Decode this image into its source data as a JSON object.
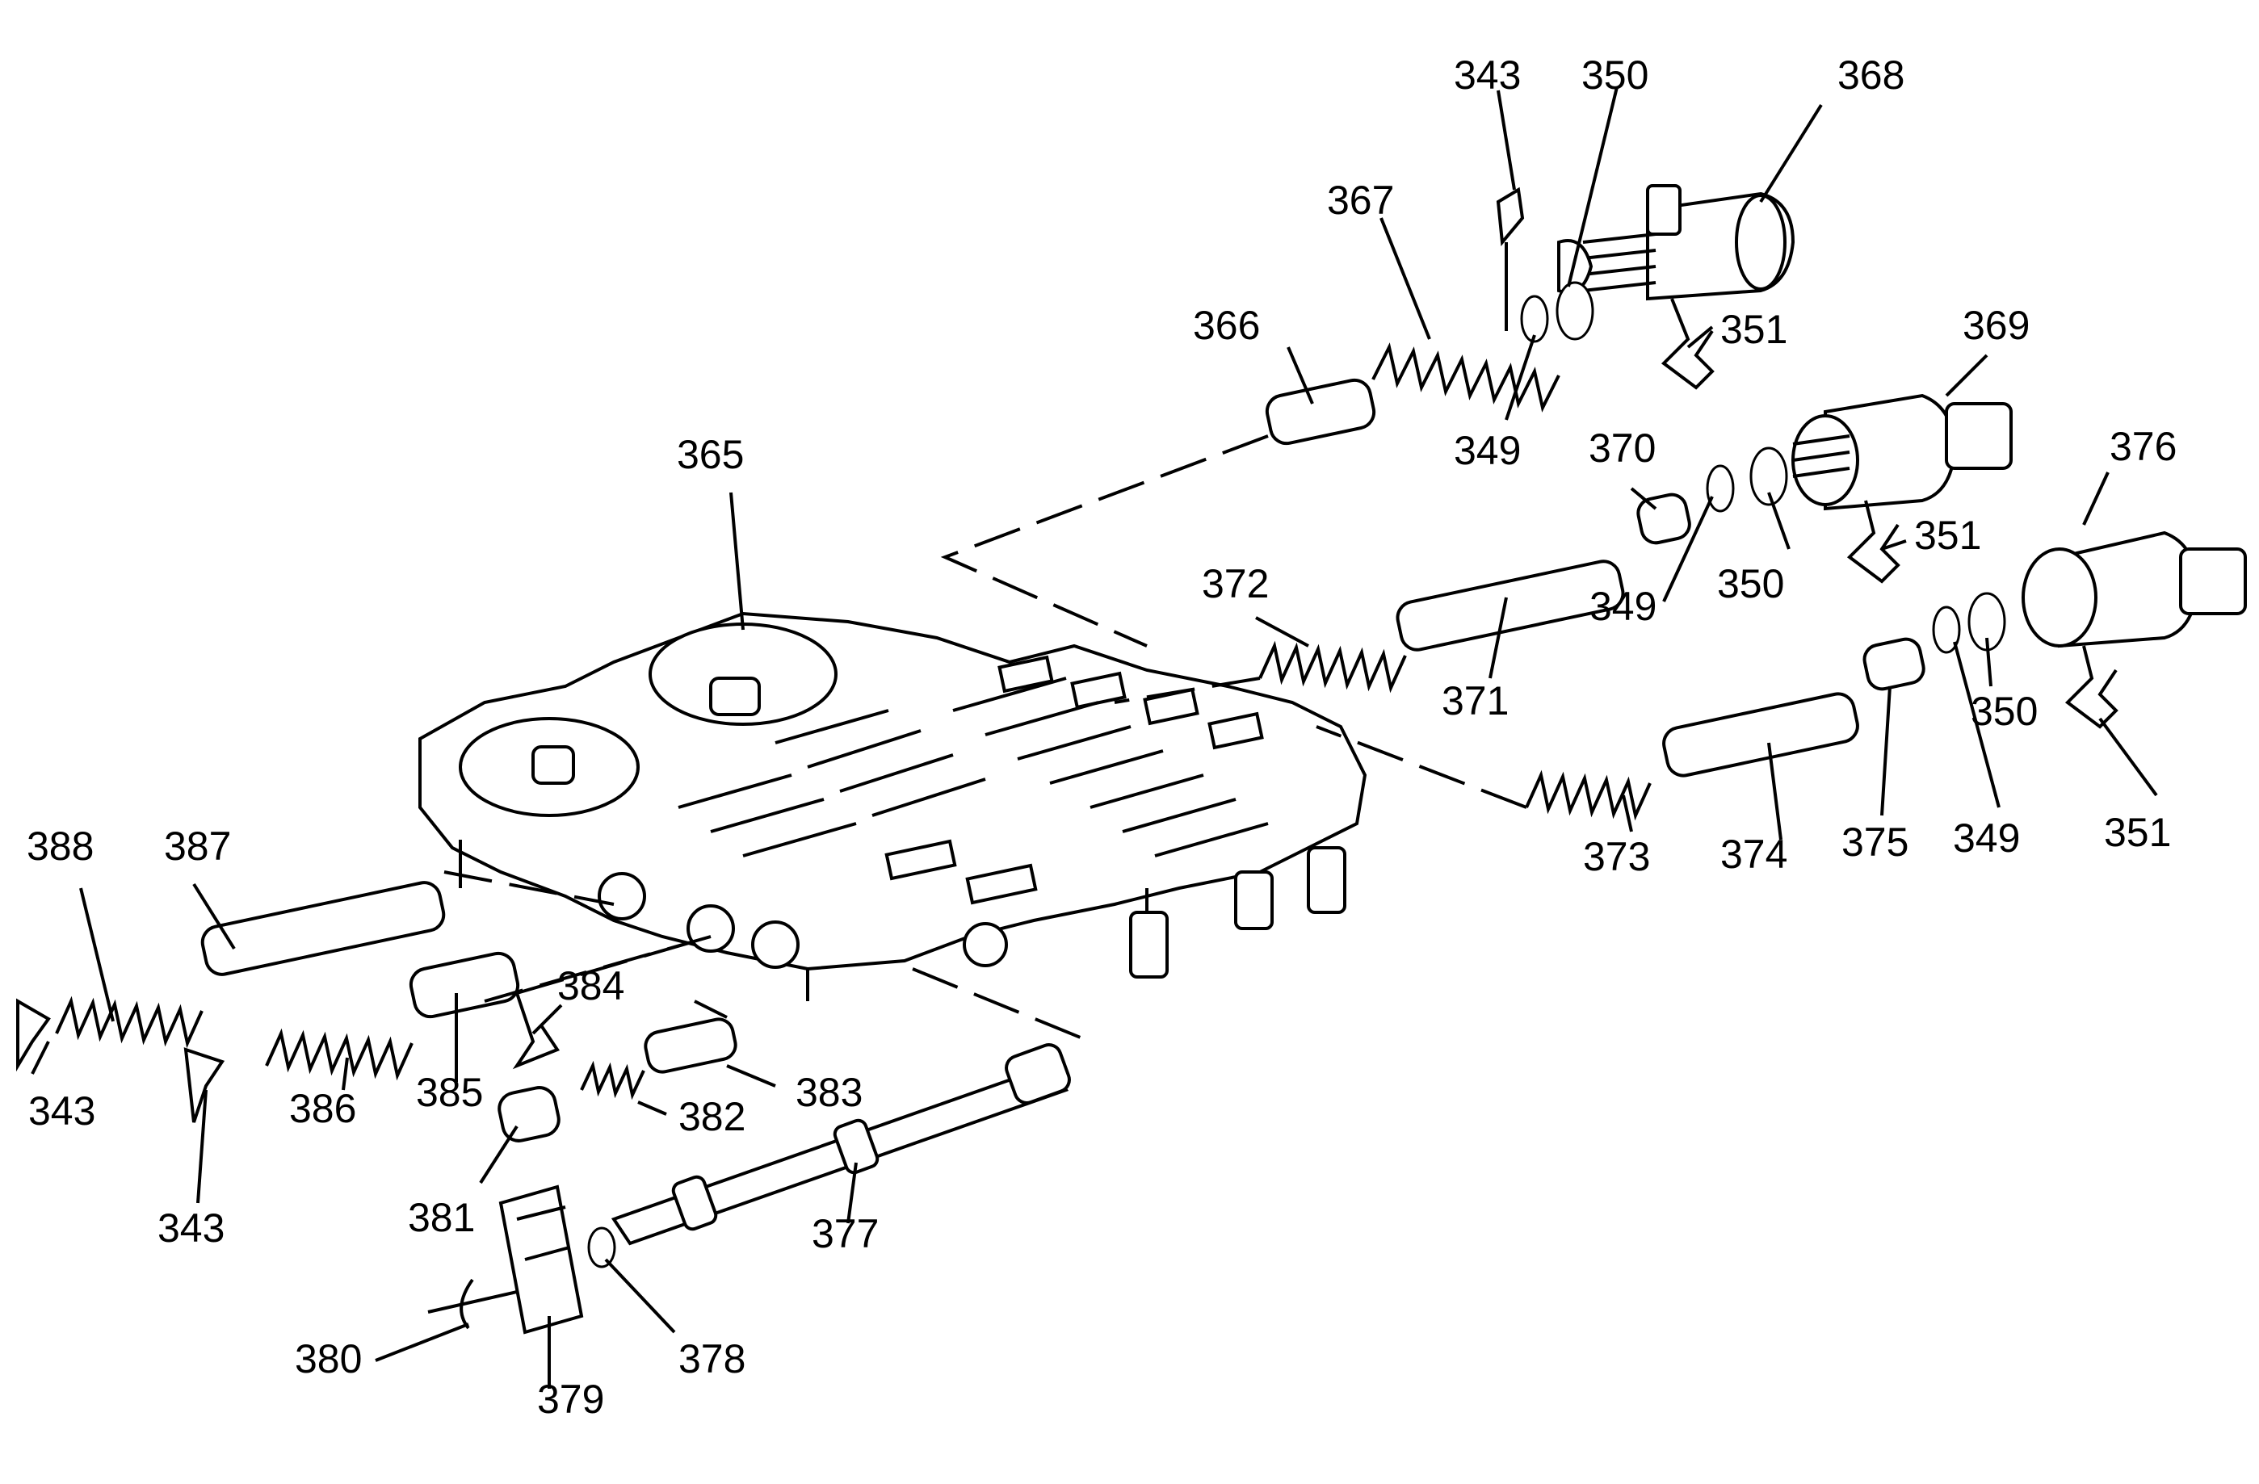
{
  "diagram": {
    "callouts": {
      "c343a": "343",
      "c350a": "350",
      "c368": "368",
      "c367": "367",
      "c366": "366",
      "c351a": "351",
      "c349a": "349",
      "c369": "369",
      "c370": "370",
      "c376": "376",
      "c365": "365",
      "c372": "372",
      "c351b": "351",
      "c349b": "349",
      "c350b": "350",
      "c371": "371",
      "c350c": "350",
      "c373": "373",
      "c374": "374",
      "c375": "375",
      "c349c": "349",
      "c351c": "351",
      "c388": "388",
      "c387": "387",
      "c384": "384",
      "c343b": "343",
      "c386": "386",
      "c385": "385",
      "c383": "383",
      "c382": "382",
      "c343c": "343",
      "c381": "381",
      "c377": "377",
      "c380": "380",
      "c379": "379",
      "c378": "378"
    }
  }
}
